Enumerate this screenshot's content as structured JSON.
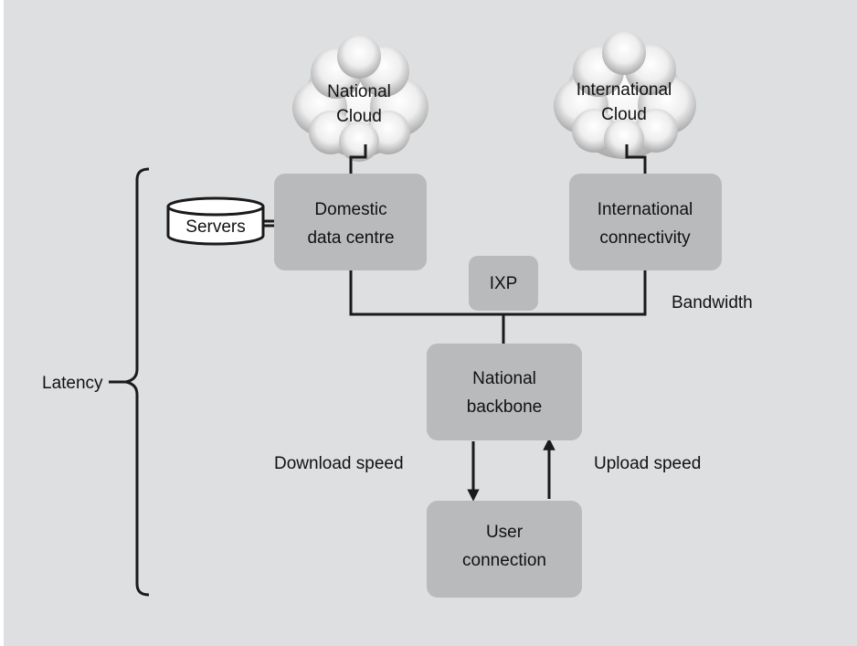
{
  "diagram": {
    "clouds": {
      "national": {
        "line1": "National",
        "line2": "Cloud"
      },
      "international": {
        "line1": "International",
        "line2": "Cloud"
      }
    },
    "nodes": {
      "domestic": {
        "line1": "Domestic",
        "line2": "data centre"
      },
      "intl_conn": {
        "line1": "International",
        "line2": "connectivity"
      },
      "ixp": {
        "line1": "IXP"
      },
      "backbone": {
        "line1": "National",
        "line2": "backbone"
      },
      "user": {
        "line1": "User",
        "line2": "connection"
      }
    },
    "servers_label": "Servers",
    "labels": {
      "bandwidth": "Bandwidth",
      "download": "Download speed",
      "upload": "Upload speed",
      "latency": "Latency"
    },
    "colors": {
      "background": "#dedfe0",
      "box": "#b9babc",
      "line": "#1a1a1a"
    }
  }
}
